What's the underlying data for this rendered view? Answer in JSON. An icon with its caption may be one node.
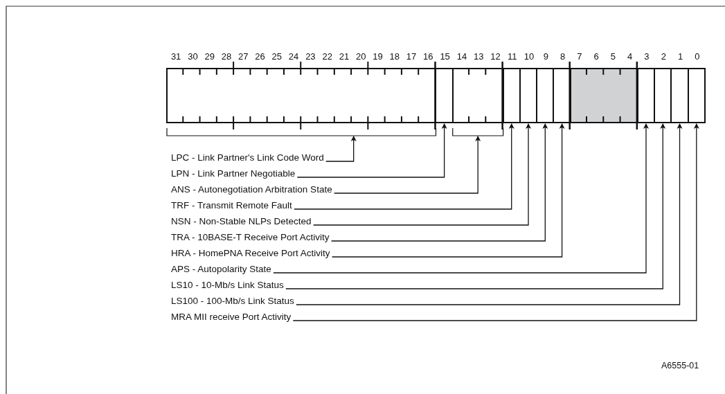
{
  "diagram": {
    "nodes": [
      {
        "text": [],
        "shape": "box"
      },
      {
        "text": [],
        "shape": "box"
      },
      {
        "text": [],
        "shape": "box"
      },
      {
        "text": [],
        "shape": "box"
      },
      {
        "text": [],
        "shape": "box"
      },
      {
        "text": [],
        "shape": "box"
      },
      {
        "text": [],
        "shape": "box"
      },
      {
        "text": [],
        "shape": "box"
      },
      {
        "text": [],
        "shape": "box"
      },
      {
        "text": [],
        "shape": "box"
      },
      {
        "text": [],
        "shape": "box"
      },
      {
        "text": [],
        "shape": "box"
      },
      {
        "text": [
          "LPC - Link Partner's Link Code Word"
        ]
      },
      {
        "text": [
          "LPN - Link Partner Negotiable"
        ]
      },
      {
        "text": [
          "ANS - Autonegotiation Arbitration State"
        ]
      },
      {
        "text": [
          "TRF - Transmit Remote Fault"
        ]
      },
      {
        "text": [
          "NSN - Non-Stable NLPs Detected"
        ]
      },
      {
        "text": [
          "TRA - 10BASE-T Receive Port Activity"
        ]
      },
      {
        "text": [
          "HRA - HomePNA Receive Port Activity"
        ]
      },
      {
        "text": [
          "APS - Autopolarity State"
        ]
      },
      {
        "text": [
          "LS10 - 10-Mb/s Link Status"
        ]
      },
      {
        "text": [
          "LS100 - 100-Mb/s Link Status"
        ]
      },
      {
        "text": [
          "MRA MII receive Port Activity"
        ]
      }
    ],
    "edges": [
      {
        "from": 12,
        "to": 0,
        "arrow": "to"
      },
      {
        "from": 13,
        "to": 1,
        "arrow": "to"
      },
      {
        "from": 14,
        "to": 2,
        "arrow": "to"
      },
      {
        "from": 15,
        "to": 3,
        "arrow": "to"
      },
      {
        "from": 16,
        "to": 4,
        "arrow": "to"
      },
      {
        "from": 17,
        "to": 5,
        "arrow": "to"
      },
      {
        "from": 18,
        "to": 6,
        "arrow": "to"
      },
      {
        "from": 19,
        "to": 8,
        "arrow": "to"
      },
      {
        "from": 20,
        "to": 9,
        "arrow": "to"
      },
      {
        "from": 21,
        "to": 10,
        "arrow": "to"
      },
      {
        "from": 22,
        "to": 11,
        "arrow": "to"
      }
    ],
    "labels": [
      "31",
      "30",
      "29",
      "28",
      "27",
      "26",
      "25",
      "24",
      "23",
      "22",
      "21",
      "20",
      "19",
      "18",
      "17",
      "16",
      "15",
      "14",
      "13",
      "12",
      "11",
      "10",
      "9",
      "8",
      "7",
      "6",
      "5",
      "4",
      "3",
      "2",
      "1",
      "0",
      "A6555-01"
    ]
  }
}
